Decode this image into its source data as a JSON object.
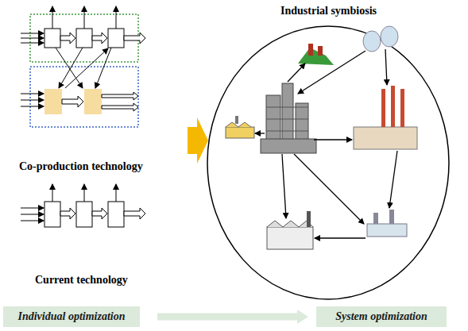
{
  "diagram": {
    "nodes": [
      {
        "text": [
          "Individual optimization"
        ]
      },
      {
        "text": [
          "System optimization"
        ]
      }
    ],
    "edges": [
      {
        "from": 0,
        "to": 1,
        "arrow": "to"
      }
    ],
    "labels": [
      "Industrial symbiosis",
      "Co-production technology",
      "Current technology"
    ]
  }
}
